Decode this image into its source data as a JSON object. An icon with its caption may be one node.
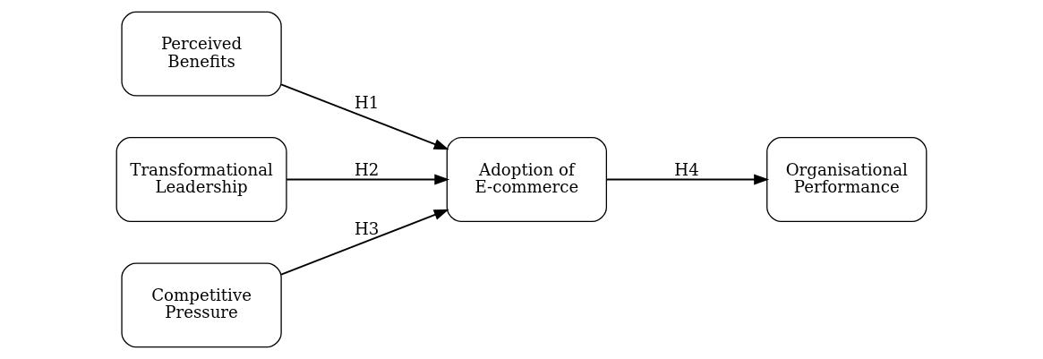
{
  "diagram": {
    "nodes": [
      {
        "text": [
          "Perceived Benefits"
        ]
      },
      {
        "text": [
          "Transformational Leadership"
        ]
      },
      {
        "text": [
          "Competitive Pressure"
        ]
      },
      {
        "text": [
          "Adoption of E-commerce"
        ]
      },
      {
        "text": [
          "Organisational Performance"
        ]
      }
    ],
    "edges": [
      {
        "from": 0,
        "to": 3,
        "arrow": "to",
        "label": "H1"
      },
      {
        "from": 1,
        "to": 3,
        "arrow": "to",
        "label": "H2"
      },
      {
        "from": 2,
        "to": 3,
        "arrow": "to",
        "label": "H3"
      },
      {
        "from": 3,
        "to": 4,
        "arrow": "to",
        "label": "H4"
      }
    ]
  }
}
